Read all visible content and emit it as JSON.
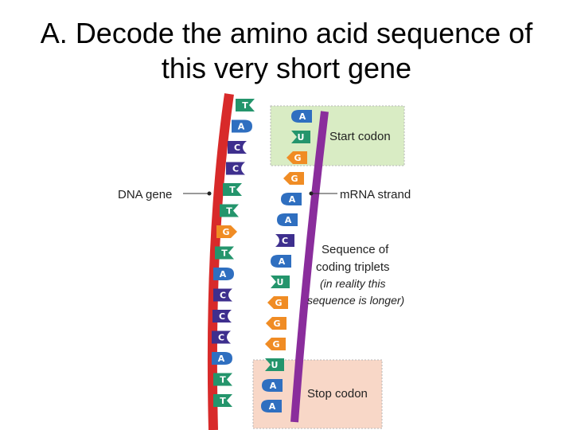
{
  "title": {
    "line1": "A. Decode the amino acid sequence of",
    "line2": "this very short gene"
  },
  "labels": {
    "dna_gene": "DNA gene",
    "mrna_strand": "mRNA strand",
    "start_codon": "Start codon",
    "coding_line1": "Sequence of",
    "coding_line2": "coding triplets",
    "coding_line3": "(in reality this",
    "coding_line4": "sequence is longer)",
    "stop_codon": "Stop codon"
  },
  "dna_bases": [
    "T",
    "A",
    "C",
    "C",
    "T",
    "T",
    "G",
    "T",
    "A",
    "C",
    "C",
    "C",
    "A",
    "T",
    "T"
  ],
  "mrna_bases": [
    "A",
    "U",
    "G",
    "G",
    "A",
    "A",
    "C",
    "A",
    "U",
    "G",
    "G",
    "G",
    "U",
    "A",
    "A"
  ],
  "colors": {
    "A": "#2f6fc0",
    "T": "#24956c",
    "U": "#24956c",
    "C": "#3e2f8e",
    "G": "#f08c24",
    "dna_backbone": "#d82a2a",
    "mrna_backbone": "#8a2d9c",
    "start_box": "#d9ecc4",
    "stop_box": "#f8d7c7"
  }
}
